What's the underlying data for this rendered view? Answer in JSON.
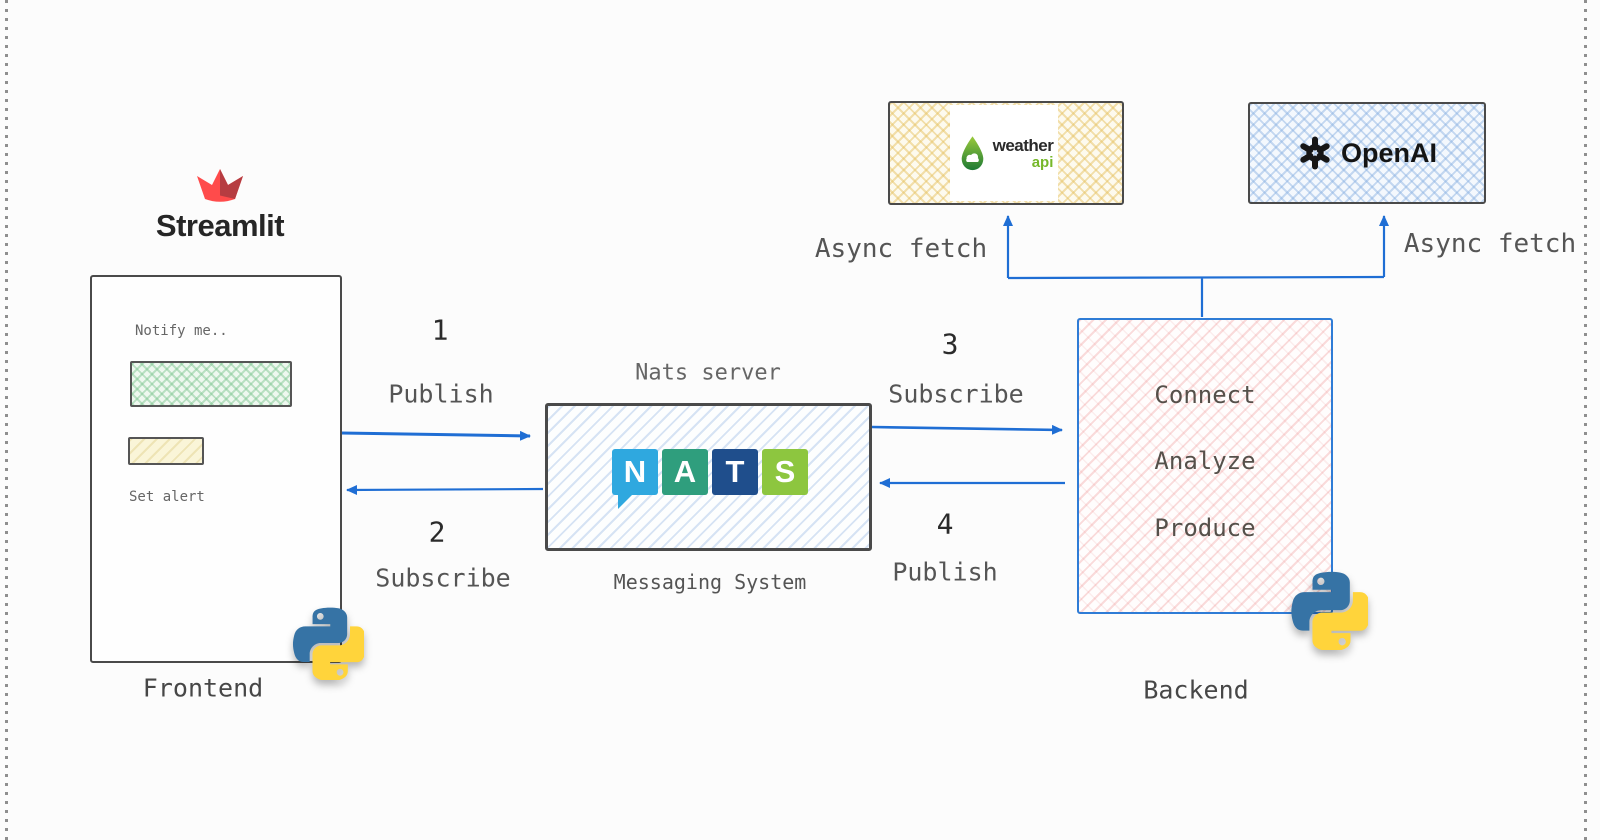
{
  "page": {
    "background": "#fcfcfc"
  },
  "colors": {
    "arrow": "#1f6ed4",
    "backend_border": "#2f7cd6",
    "box_border": "#4a4a4a",
    "streamlit_red": "#ff4b4b",
    "weather_green": "#76b82a",
    "python_blue": "#3673a5",
    "python_yellow": "#ffd43b"
  },
  "streamlit": {
    "label": "Streamlit"
  },
  "frontend": {
    "caption": "Frontend",
    "notify_label": "Notify me..",
    "set_alert_label": "Set alert"
  },
  "nats": {
    "title": "Nats server",
    "subtitle": "Messaging System",
    "tiles": [
      {
        "letter": "N",
        "color": "#2FA8DF"
      },
      {
        "letter": "A",
        "color": "#2F9E7D"
      },
      {
        "letter": "T",
        "color": "#1F4E8C"
      },
      {
        "letter": "S",
        "color": "#8DC63F"
      }
    ]
  },
  "backend": {
    "caption": "Backend",
    "steps": [
      "Connect",
      "Analyze",
      "Produce"
    ]
  },
  "flows": [
    {
      "num": "1",
      "label": "Publish"
    },
    {
      "num": "2",
      "label": "Subscribe"
    },
    {
      "num": "3",
      "label": "Subscribe"
    },
    {
      "num": "4",
      "label": "Publish"
    }
  ],
  "async_fetch": {
    "left": "Async fetch",
    "right": "Async fetch"
  },
  "services": {
    "weather": {
      "name_line1": "weather",
      "name_line2": "api"
    },
    "openai": {
      "name": "OpenAI"
    }
  }
}
